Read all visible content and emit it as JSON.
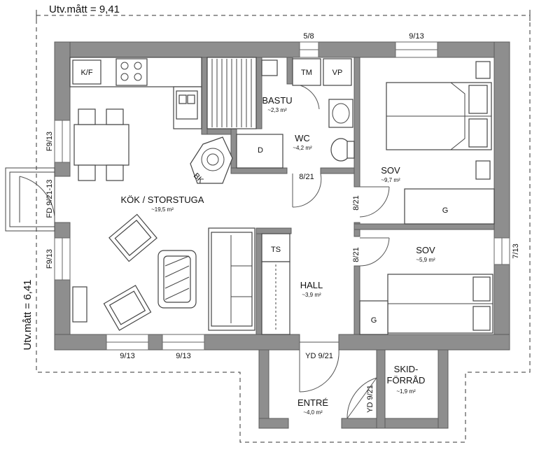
{
  "dimensions": {
    "outer_width": "Utv.mått = 9,41",
    "outer_depth": "Utv.mått = 6,41"
  },
  "rooms": {
    "kitchen": {
      "name": "KÖK / STORSTUGA",
      "area": "~19,5 m²"
    },
    "sauna": {
      "name": "BASTU",
      "area": "~2,3 m²"
    },
    "wc": {
      "name": "WC",
      "area": "~4,2 m²"
    },
    "bedroom1": {
      "name": "SOV",
      "area": "~9,7 m²"
    },
    "bedroom2": {
      "name": "SOV",
      "area": "~5,9 m²"
    },
    "hall": {
      "name": "HALL",
      "area": "~3,9 m²"
    },
    "entry": {
      "name": "ENTRÉ",
      "area": "~4,0 m²"
    },
    "storage": {
      "name_line1": "SKID-",
      "name_line2": "FÖRRÅD",
      "area": "~1,9 m²"
    }
  },
  "fixtures": {
    "fridge": "K/F",
    "dryer": "TM",
    "water_heater": "VP",
    "washer": "TS",
    "fireplace": "BK",
    "shower": "D",
    "wardrobe1": "G",
    "wardrobe2": "G"
  },
  "openings": {
    "window_top_wc": "5/8",
    "window_top_sov": "9/13",
    "window_left_1": "F9/13",
    "door_left": "FD 9/21-13",
    "window_left_2": "F9/13",
    "window_right_sov": "7/13",
    "window_bottom_1": "9/13",
    "window_bottom_2": "9/13",
    "door_wc": "8/21",
    "door_sov1": "8/21",
    "door_sov2": "8/21",
    "door_entry": "YD 9/21",
    "door_storage": "YD 9/21"
  }
}
